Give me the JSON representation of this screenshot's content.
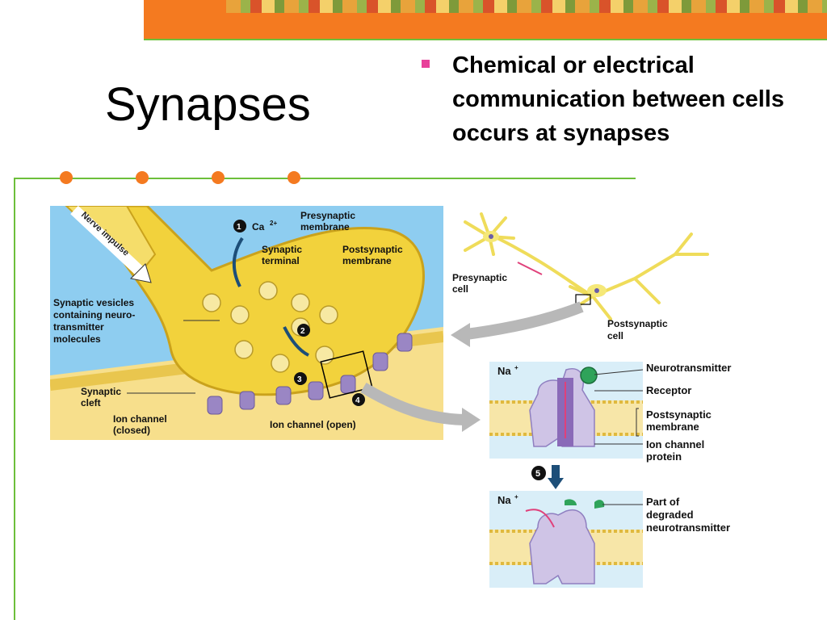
{
  "slide": {
    "title": "Synapses",
    "bullet": "Chemical or electrical communication between cells occurs at synapses"
  },
  "diagram_main": {
    "nerve_impulse": "Nerve impulse",
    "step1": "1",
    "ca_label": "Ca",
    "ca_sup": "2+",
    "presynaptic_membrane": [
      "Presynaptic",
      "membrane"
    ],
    "synaptic_terminal": [
      "Synaptic",
      "terminal"
    ],
    "postsynaptic_membrane": [
      "Postsynaptic",
      "membrane"
    ],
    "synaptic_vesicles": [
      "Synaptic vesicles",
      "containing neuro-",
      "transmitter",
      "molecules"
    ],
    "step2": "2",
    "step3": "3",
    "step4": "4",
    "synaptic_cleft": [
      "Synaptic",
      "cleft"
    ],
    "ion_channel_closed": [
      "Ion channel",
      "(closed)"
    ],
    "ion_channel_open": "Ion channel (open)"
  },
  "diagram_neuron": {
    "presynaptic_cell": [
      "Presynaptic",
      "cell"
    ],
    "postsynaptic_cell": [
      "Postsynaptic",
      "cell"
    ]
  },
  "diagram_channel_open": {
    "na": "Na",
    "na_sup": "+",
    "neurotransmitter": "Neurotransmitter",
    "receptor": "Receptor",
    "postsynaptic_membrane": [
      "Postsynaptic",
      "membrane"
    ],
    "ion_channel_protein": [
      "Ion channel",
      "protein"
    ]
  },
  "diagram_channel_closed": {
    "step5": "5",
    "na": "Na",
    "na_sup": "+",
    "degraded": [
      "Part of",
      "degraded",
      "neurotransmitter"
    ]
  },
  "colors": {
    "accent_orange": "#f47a20",
    "line_green": "#6cbf3a",
    "bullet_pink": "#e8409a",
    "bg_blue": "#8ecdf0",
    "neuron_yellow": "#f2d23c",
    "channel_purple": "#9a86c4"
  }
}
